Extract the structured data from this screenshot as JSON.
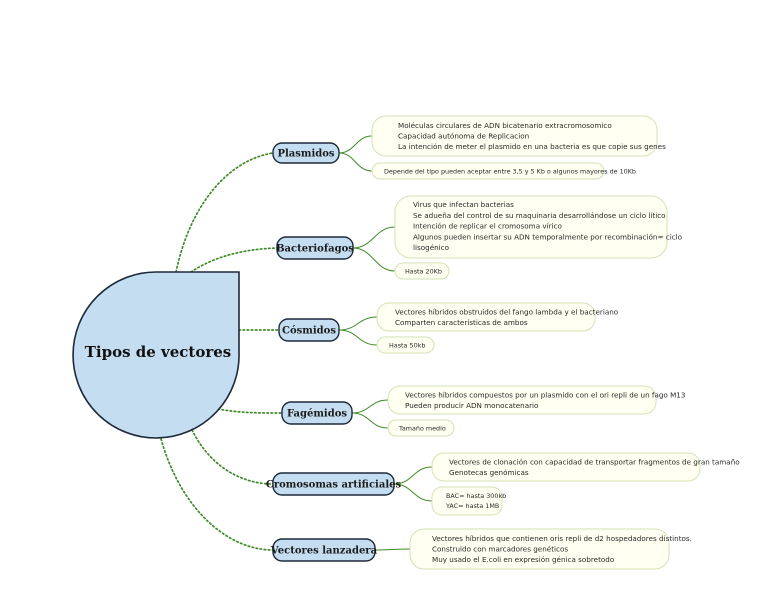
{
  "colors": {
    "node_fill": "#c5ddf1",
    "node_stroke": "#1d2a3a",
    "connector": "#3d8a27",
    "detail_fill": "#fffff2",
    "detail_stroke": "#d3e2b5"
  },
  "root": {
    "label": "Tipos de vectores"
  },
  "branches": [
    {
      "label": "Plasmidos",
      "details": [
        [
          "Moléculas circulares de ADN bicatenario extracromosomico",
          "Capacidad autónoma de Replicacion",
          "La intención de  meter el plasmido en una bacteria es que copie sus genes"
        ],
        [
          "Depende del tipo pueden aceptar entre 3,5 y 5 Kb o algunos mayores de 10Kb"
        ]
      ]
    },
    {
      "label": "Bacteriofagos",
      "details": [
        [
          "Virus que infectan bacterias",
          "Se adueña del control de su maquinaria desarrollándose un ciclo lítico",
          "Intención de replicar el cromosoma vírico",
          "Algunos pueden insertar su ADN temporalmente por recombinación= ciclo",
          "lisogénico"
        ],
        [
          "Hasta 20Kb"
        ]
      ]
    },
    {
      "label": "Cósmidos",
      "details": [
        [
          "Vectores híbridos obstruidos del fango lambda y el bacteriano",
          "Comparten características de ambos"
        ],
        [
          "Hasta 50kb"
        ]
      ]
    },
    {
      "label": "Fagémidos",
      "details": [
        [
          "Vectores híbridos compuestos por un plasmido con el ori repli de un fago M13",
          "Pueden producir ADN monocatenario"
        ],
        [
          "Tamaño medio"
        ]
      ]
    },
    {
      "label": "Cromosomas artificiales",
      "details": [
        [
          "Vectores de clonación con capacidad de transportar fragmentos de gran tamaño",
          "Genotecas genómicas"
        ],
        [
          "BAC= hasta 300kb",
          "YAC= hasta 1MB"
        ]
      ]
    },
    {
      "label": "Vectores lanzadera",
      "details": [
        [
          "Vectores híbridos que contienen oris repli de d2 hospedadores distintos.",
          "Construido con marcadores genéticos",
          "Muy usado el E.coli en expresión génica sobretodo"
        ]
      ]
    }
  ]
}
